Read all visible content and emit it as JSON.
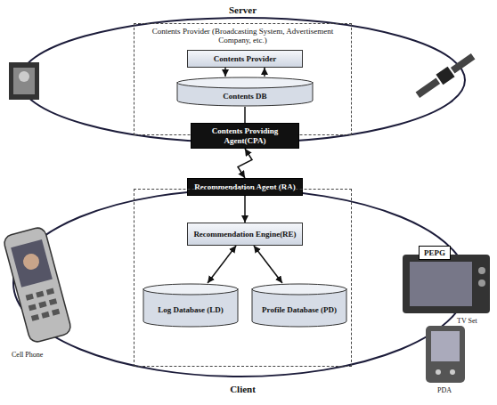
{
  "diagram": {
    "nodes": [
      {
        "text": [
          "Server",
          "Contents Provider (Broadcasting System, Advertisement Company, etc.)"
        ]
      },
      {
        "text": [
          "Contents Provider"
        ],
        "in": 0
      },
      {
        "text": [
          "Contents DB"
        ],
        "in": 0
      },
      {
        "text": [
          "Contents Providing Agent(CPA)"
        ]
      },
      {
        "text": [
          "Recommendation Agent (RA)"
        ]
      },
      {
        "text": [
          "Client"
        ]
      },
      {
        "text": [
          "Recommendation Engine(RE)"
        ],
        "in": 5
      },
      {
        "text": [
          "Log Database (LD)"
        ],
        "in": 5
      },
      {
        "text": [
          "Profile Database (PD)"
        ],
        "in": 5
      },
      {
        "text": [
          "PEPG"
        ]
      }
    ],
    "edges": [
      {
        "from": 1,
        "to": 2,
        "arrow": "to"
      },
      {
        "from": 2,
        "to": 1,
        "arrow": "to"
      },
      {
        "from": 2,
        "to": 3,
        "arrow": "none"
      },
      {
        "from": 3,
        "to": 4,
        "arrow": "both"
      },
      {
        "from": 4,
        "to": 6,
        "arrow": "to"
      },
      {
        "from": 6,
        "to": 7,
        "arrow": "both"
      },
      {
        "from": 6,
        "to": 8,
        "arrow": "both"
      }
    ],
    "labels": [
      "Cell Phone",
      "TV Set",
      "PDA"
    ]
  }
}
